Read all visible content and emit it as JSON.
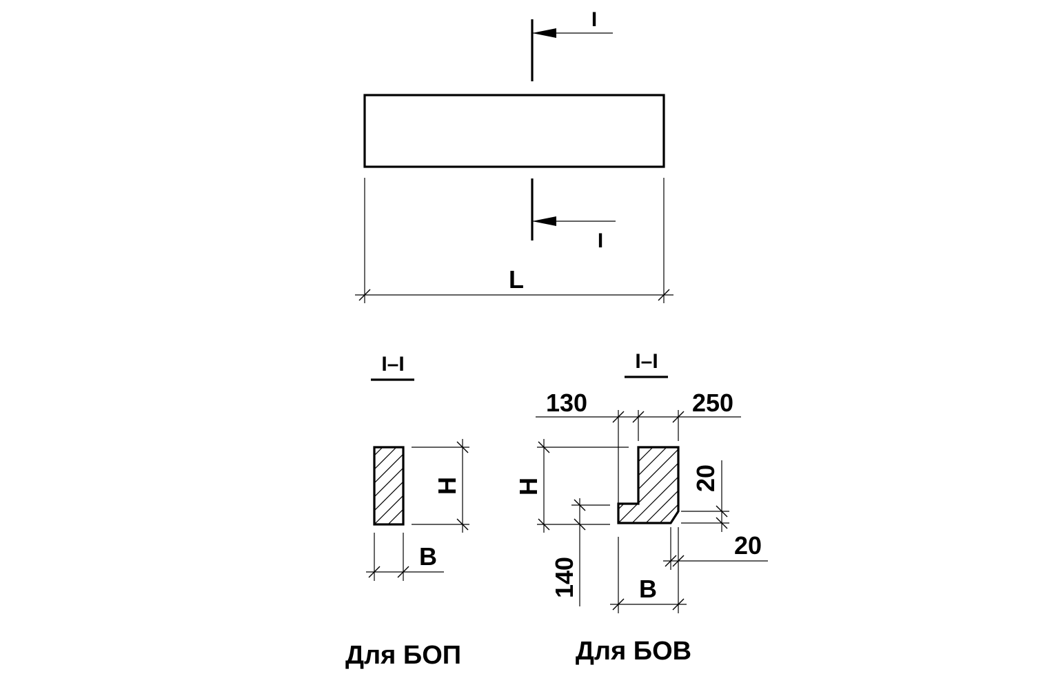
{
  "plan": {
    "section_mark_top": "I",
    "section_mark_bottom": "I",
    "length_label": "L"
  },
  "section_bop": {
    "title": "I–I",
    "height_label": "H",
    "width_label": "B",
    "caption": "Для БОП"
  },
  "section_bov": {
    "title": "I–I",
    "dim_130": "130",
    "dim_250": "250",
    "height_label": "H",
    "dim_20_vertical": "20",
    "dim_20_horizontal": "20",
    "dim_140": "140",
    "width_label": "B",
    "caption": "Для БОВ"
  }
}
